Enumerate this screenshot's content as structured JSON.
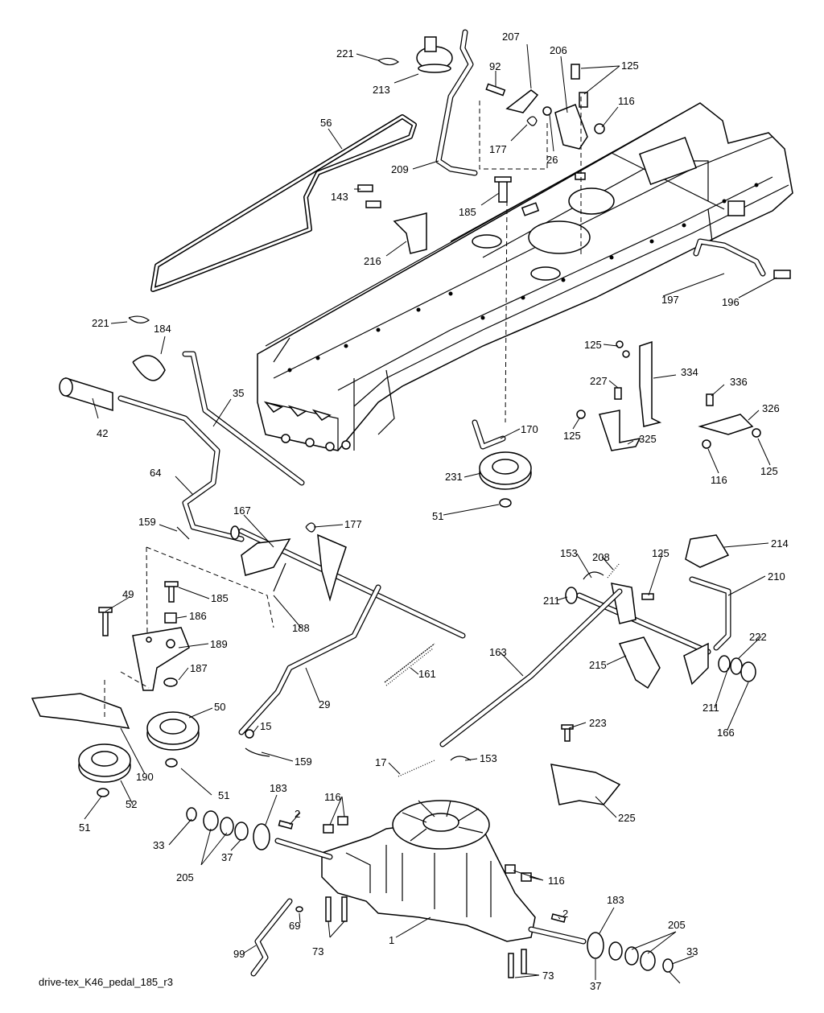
{
  "caption": "drive-tex_K46_pedal_185_r3",
  "callouts": [
    "221",
    "213",
    "56",
    "92",
    "207",
    "206",
    "125",
    "116",
    "177",
    "26",
    "209",
    "185",
    "143",
    "216",
    "197",
    "196",
    "221",
    "184",
    "42",
    "35",
    "334",
    "227",
    "125",
    "336",
    "326",
    "170",
    "125",
    "325",
    "116",
    "125",
    "231",
    "51",
    "64",
    "167",
    "159",
    "177",
    "49",
    "185",
    "186",
    "189",
    "188",
    "187",
    "161",
    "29",
    "153",
    "208",
    "125",
    "214",
    "211",
    "210",
    "163",
    "222",
    "215",
    "211",
    "166",
    "50",
    "190",
    "52",
    "51",
    "15",
    "159",
    "17",
    "153",
    "223",
    "225",
    "51",
    "183",
    "2",
    "116",
    "33",
    "205",
    "37",
    "116",
    "1",
    "2",
    "183",
    "205",
    "99",
    "69",
    "73",
    "73",
    "37",
    "33"
  ],
  "colors": {
    "ink": "#000000",
    "paper": "#ffffff"
  }
}
